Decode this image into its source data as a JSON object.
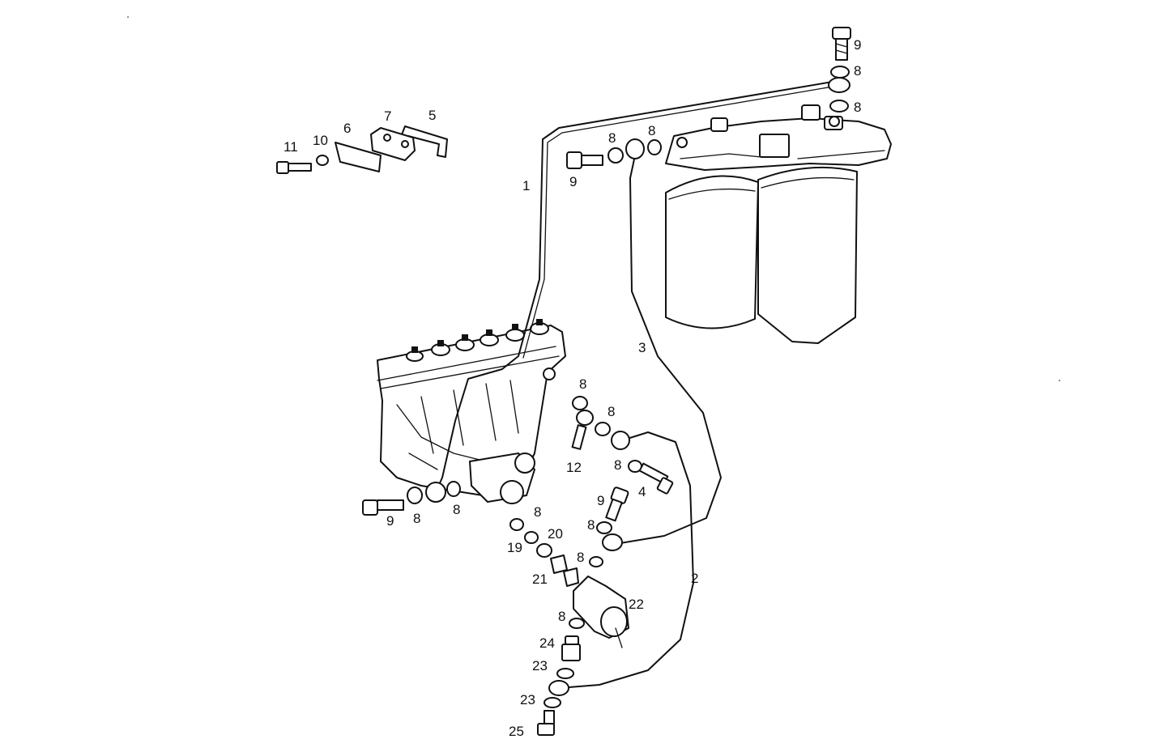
{
  "diagram": {
    "colors": {
      "ink": "#111111",
      "background": "#ffffff"
    },
    "callouts": [
      {
        "id": "c9-top-right",
        "text": "9"
      },
      {
        "id": "c8-top-right-1",
        "text": "8"
      },
      {
        "id": "c8-top-right-2",
        "text": "8"
      },
      {
        "id": "c5",
        "text": "5"
      },
      {
        "id": "c7",
        "text": "7"
      },
      {
        "id": "c6",
        "text": "6"
      },
      {
        "id": "c10",
        "text": "10"
      },
      {
        "id": "c11",
        "text": "11"
      },
      {
        "id": "c8-top-1",
        "text": "8"
      },
      {
        "id": "c8-top-2",
        "text": "8"
      },
      {
        "id": "c9-top",
        "text": "9"
      },
      {
        "id": "c1",
        "text": "1"
      },
      {
        "id": "c3",
        "text": "3"
      },
      {
        "id": "c8-mid-1",
        "text": "8"
      },
      {
        "id": "c8-mid-2",
        "text": "8"
      },
      {
        "id": "c12",
        "text": "12"
      },
      {
        "id": "c8-mid-3",
        "text": "8"
      },
      {
        "id": "c4",
        "text": "4"
      },
      {
        "id": "c9-mid",
        "text": "9"
      },
      {
        "id": "c8-mid-4",
        "text": "8"
      },
      {
        "id": "c9-left",
        "text": "9"
      },
      {
        "id": "c8-left-1",
        "text": "8"
      },
      {
        "id": "c8-left-2",
        "text": "8"
      },
      {
        "id": "c8-low-1",
        "text": "8"
      },
      {
        "id": "c19",
        "text": "19"
      },
      {
        "id": "c20",
        "text": "20"
      },
      {
        "id": "c8-low-2",
        "text": "8"
      },
      {
        "id": "c21",
        "text": "21"
      },
      {
        "id": "c2",
        "text": "2"
      },
      {
        "id": "c22",
        "text": "22"
      },
      {
        "id": "c8-low-3",
        "text": "8"
      },
      {
        "id": "c24",
        "text": "24"
      },
      {
        "id": "c23-a",
        "text": "23"
      },
      {
        "id": "c23-b",
        "text": "23"
      },
      {
        "id": "c25",
        "text": "25"
      }
    ]
  }
}
